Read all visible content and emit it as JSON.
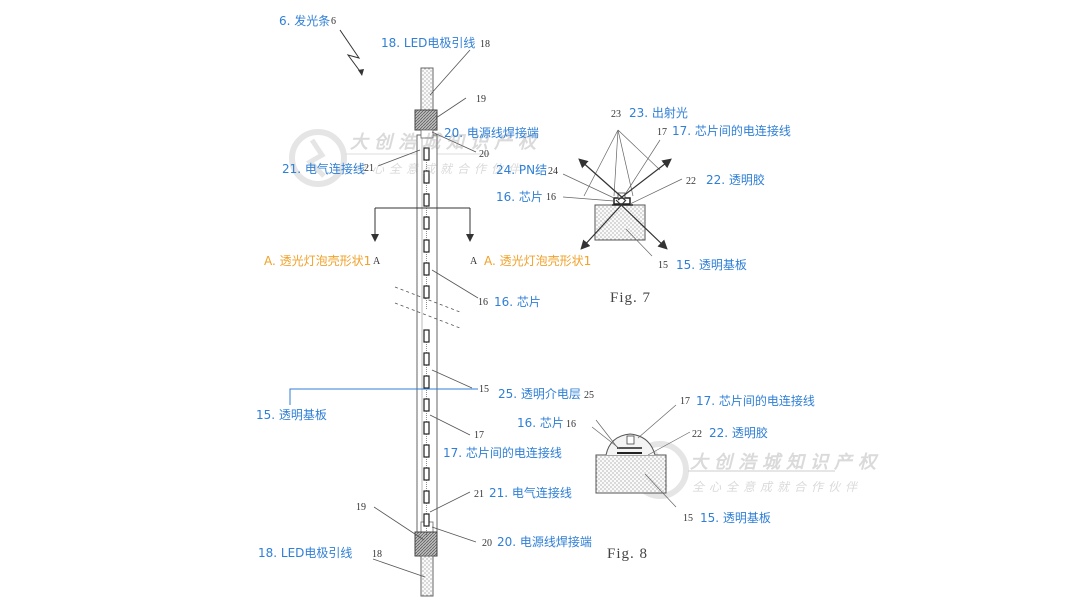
{
  "diagram": {
    "title_label": "6. 发光条",
    "figures": {
      "fig7": "Fig. 7",
      "fig8": "Fig. 8"
    },
    "strip_labels": {
      "l6": {
        "text": "6. 发光条",
        "num": "6"
      },
      "l18_top": {
        "text": "18. LED电极引线",
        "num": "18"
      },
      "l19_top": {
        "num": "19"
      },
      "l20_top": {
        "text": "20. 电源线焊接端",
        "num": "20"
      },
      "l21_top": {
        "text": "21. 电气连接线",
        "num": "21"
      },
      "lA_left": {
        "text": "A. 透光灯泡壳形状1",
        "num": "A"
      },
      "lA_right": {
        "text": "A. 透光灯泡壳形状1",
        "num": "A"
      },
      "l16": {
        "text": "16. 芯片",
        "num": "16"
      },
      "l15": {
        "text": "15. 透明基板",
        "num": "15"
      },
      "l17": {
        "text": "17. 芯片间的电连接线",
        "num": "17"
      },
      "l21_bottom": {
        "text": "21. 电气连接线",
        "num": "21"
      },
      "l19_bottom": {
        "num": "19"
      },
      "l20_bottom": {
        "text": "20. 电源线焊接端",
        "num": "20"
      },
      "l18_bottom": {
        "text": "18. LED电极引线",
        "num": "18"
      }
    },
    "fig7_labels": {
      "l23": {
        "text": "23. 出射光",
        "num": "23"
      },
      "l17": {
        "text": "17. 芯片间的电连接线",
        "num": "17"
      },
      "l24": {
        "text": "24. PN结",
        "num": "24"
      },
      "l22": {
        "text": "22. 透明胶",
        "num": "22"
      },
      "l16": {
        "text": "16. 芯片",
        "num": "16"
      },
      "l15": {
        "text": "15. 透明基板",
        "num": "15"
      }
    },
    "fig8_labels": {
      "l25": {
        "text": "25. 透明介电层",
        "num": "25"
      },
      "l17": {
        "text": "17. 芯片间的电连接线",
        "num": "17"
      },
      "l16": {
        "text": "16. 芯片",
        "num": "16"
      },
      "l22": {
        "text": "22. 透明胶",
        "num": "22"
      },
      "l15": {
        "text": "15. 透明基板",
        "num": "15"
      }
    },
    "watermark": {
      "line1": "大创浩城知识产权",
      "line2": "全心全意成就合作伙伴"
    },
    "colors": {
      "label_blue": "#2f7fd6",
      "label_orange": "#f0a12a",
      "line": "#555555"
    }
  }
}
